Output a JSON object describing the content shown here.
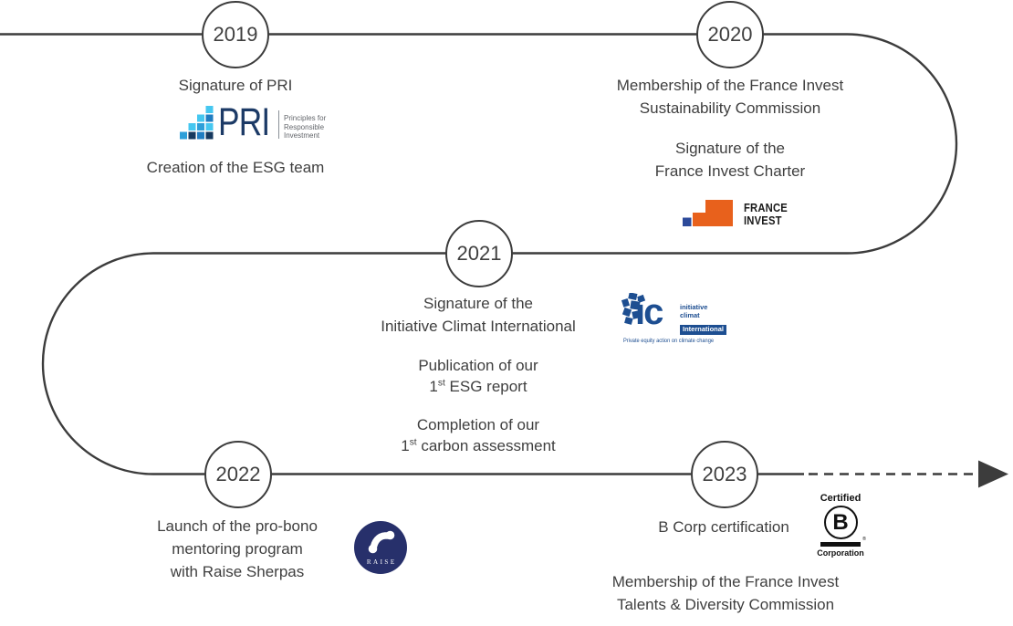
{
  "colors": {
    "line": "#3c3c3c",
    "text": "#3f3f3f",
    "background": "#ffffff"
  },
  "milestones": {
    "m2019": {
      "year": "2019",
      "event1": "Signature of PRI",
      "event2": "Creation of the ESG team"
    },
    "m2020": {
      "year": "2020",
      "event1_line1": "Membership of the France Invest",
      "event1_line2": "Sustainability Commission",
      "event2_line1": "Signature of the",
      "event2_line2": "France Invest Charter"
    },
    "m2021": {
      "year": "2021",
      "event1_line1": "Signature of the",
      "event1_line2": "Initiative Climat International",
      "event2_line1": "Publication of our",
      "event2_num": "1",
      "event2_sup": "st",
      "event2_rest": " ESG report",
      "event3_line1": "Completion of our",
      "event3_num": "1",
      "event3_sup": "st",
      "event3_rest": " carbon assessment"
    },
    "m2022": {
      "year": "2022",
      "event1_line1": "Launch of the pro-bono",
      "event1_line2": "mentoring program",
      "event1_line3": "with Raise Sherpas"
    },
    "m2023": {
      "year": "2023",
      "event1": "B Corp certification",
      "event2_line1": "Membership of the France Invest",
      "event2_line2": "Talents & Diversity Commission"
    }
  },
  "logos": {
    "pri": {
      "acronym": "PRI",
      "tagline_line1": "Principles for",
      "tagline_line2": "Responsible",
      "tagline_line3": "Investment",
      "light_blue": "#45C7F0",
      "mid_blue": "#2D9FD9",
      "deep_blue": "#1F7DC2",
      "navy": "#16395F",
      "text_navy": "#1C3A66",
      "tagline_gray": "#63666B"
    },
    "france_invest": {
      "line1": "FRANCE",
      "line2": "INVEST",
      "orange": "#E8611C",
      "blue": "#2C4A9A"
    },
    "initiative_climat": {
      "wordmark": "ic",
      "tag_line1": "initiative",
      "tag_line2": "climat",
      "tag_line3": "International",
      "tagline": "Private equity action on climate change",
      "blue": "#1D4E91"
    },
    "raise": {
      "label": "RAISE",
      "navy": "#27306B"
    },
    "bcorp": {
      "top_label": "Certified",
      "letter": "B",
      "registered_mark": "®",
      "bottom_label": "Corporation",
      "black": "#111111"
    }
  }
}
